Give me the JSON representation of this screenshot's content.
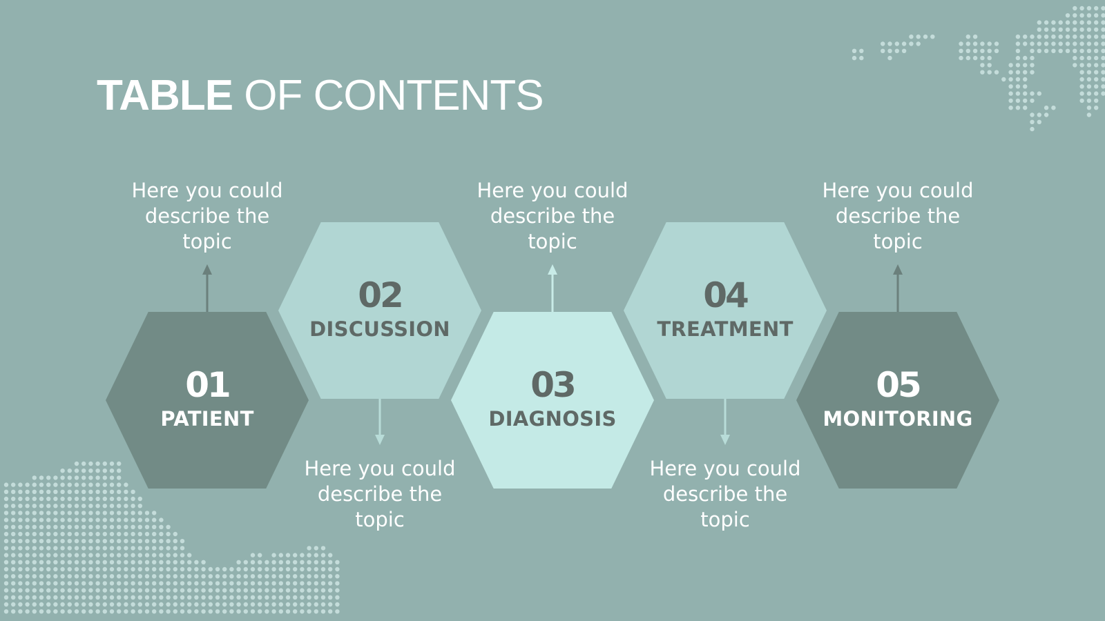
{
  "title": {
    "bold": "TABLE",
    "light": "OF CONTENTS"
  },
  "colors": {
    "background": "#92b1ae",
    "hex_dark": "#728b86",
    "hex_light": "#b1d6d3",
    "hex_lightest": "#c4eae6",
    "text_dark": "#5f6966",
    "text_white": "#ffffff"
  },
  "items": [
    {
      "number": "01",
      "label": "PATIENT",
      "description": "Here you could describe the topic"
    },
    {
      "number": "02",
      "label": "DISCUSSION",
      "description": "Here you could describe the topic"
    },
    {
      "number": "03",
      "label": "DIAGNOSIS",
      "description": "Here you could describe the topic"
    },
    {
      "number": "04",
      "label": "TREATMENT",
      "description": "Here you could describe the topic"
    },
    {
      "number": "05",
      "label": "MONITORING",
      "description": "Here you could describe the topic"
    }
  ]
}
